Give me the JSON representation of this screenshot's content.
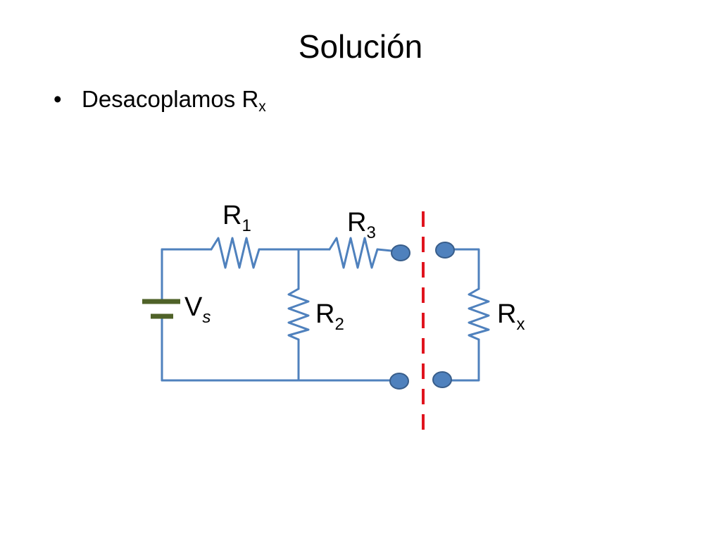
{
  "slide": {
    "title": "Solución",
    "bullet": {
      "marker": "•",
      "text": "Desacoplamos R",
      "subscript": "x"
    }
  },
  "circuit": {
    "labels": {
      "r1": {
        "main": "R",
        "sub": "1"
      },
      "r3": {
        "main": "R",
        "sub": "3"
      },
      "r2": {
        "main": "R",
        "sub": "2"
      },
      "rx": {
        "main": "R",
        "sub": "x"
      },
      "vs": {
        "main": "V",
        "sub": "s"
      }
    },
    "colors": {
      "wire": "#4F81BD",
      "terminal_fill": "#4F81BD",
      "terminal_stroke": "#385D8A",
      "battery": "#4F6228",
      "cut_line": "#E0141E"
    }
  }
}
